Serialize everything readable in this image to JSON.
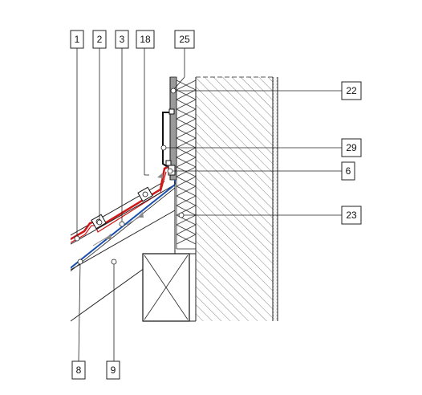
{
  "diagram": {
    "callouts_top": [
      "1",
      "2",
      "3",
      "18",
      "25"
    ],
    "callouts_right": [
      "22",
      "29",
      "6",
      "23"
    ],
    "callouts_bottom": [
      "8",
      "9"
    ]
  }
}
